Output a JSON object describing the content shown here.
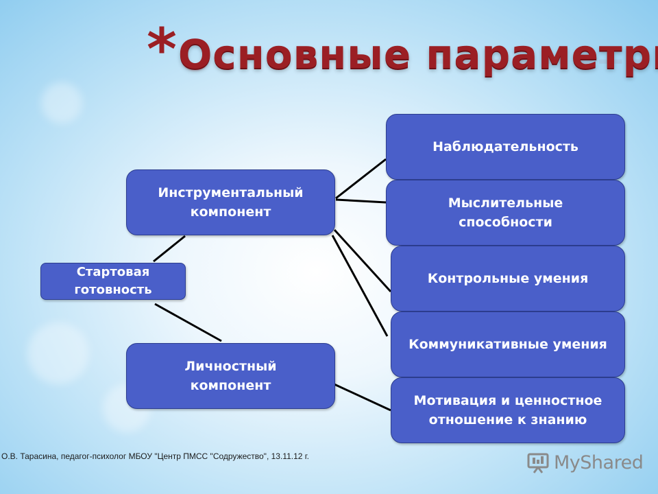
{
  "title": {
    "star": "*",
    "text": "Основные параметры"
  },
  "nodes": {
    "start": "Стартовая\nготовность",
    "instrumental": "Инструментальный\nкомпонент",
    "personal": "Личностный\nкомпонент",
    "observation": "Наблюдательность",
    "thinking": "Мыслительные\nспособности",
    "control": "Контрольные умения",
    "communication": "Коммуникативные умения",
    "motivation": "Мотивация и ценностное\nотношение к знанию"
  },
  "footer": "О.В. Тарасина, педагог-психолог МБОУ \"Центр ПМСС \"Содружество\", 13.11.12 г.",
  "watermark": {
    "text": "MyShared",
    "icon": "presentation-screen-icon"
  },
  "colors": {
    "title": "#9b1f24",
    "box_fill": "#4a5fc9",
    "box_border": "#2c3d8f",
    "connector": "#000000"
  }
}
